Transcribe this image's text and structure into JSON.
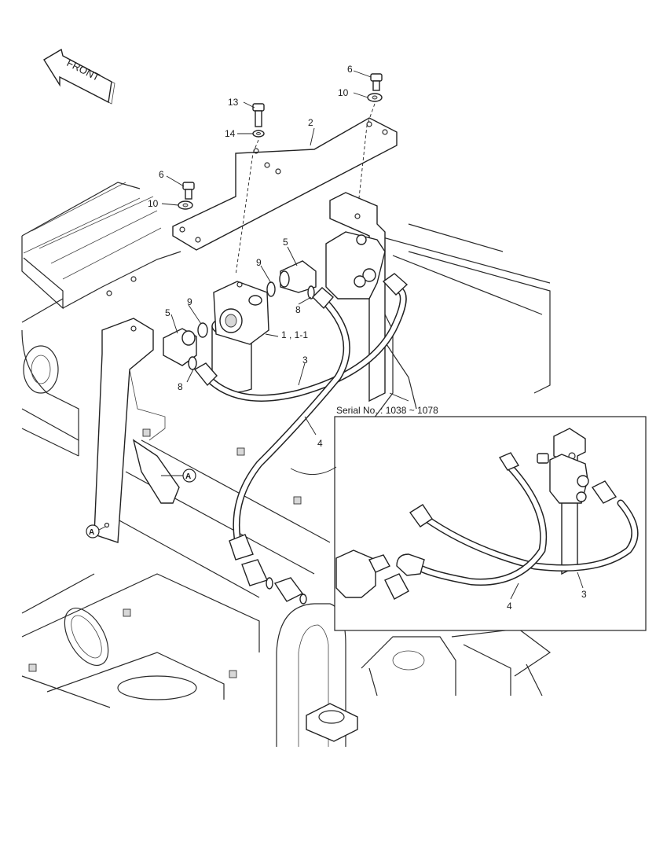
{
  "direction_label": "FRONT",
  "serial_note": "Serial No. : 1038 ~ 1078",
  "part_labels": {
    "p1": "1 , 1-1",
    "p2": "2",
    "p3": "3",
    "p4": "4",
    "p5": "5",
    "p6": "6",
    "p8": "8",
    "p9": "9",
    "p10": "10",
    "p13": "13",
    "p14": "14"
  },
  "ref_marker": "A"
}
